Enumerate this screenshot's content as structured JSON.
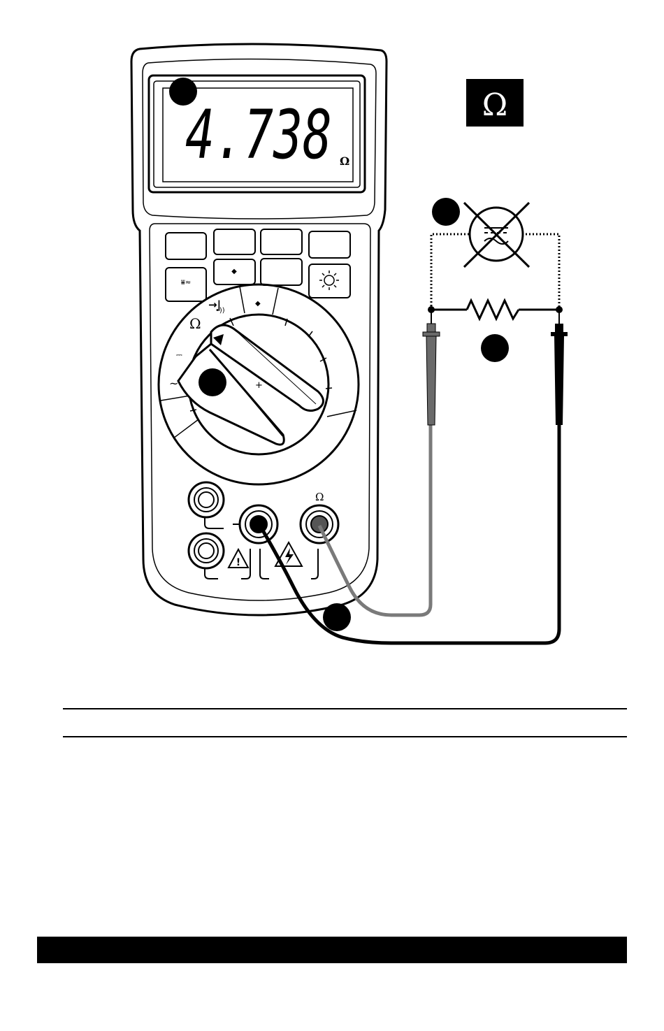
{
  "meter": {
    "reading": "4.738",
    "display_unit": "Ω",
    "buttons_top": [
      "",
      "",
      "",
      ""
    ],
    "buttons_bottom": [
      "",
      "",
      "",
      ""
    ],
    "dial_labels": {
      "diode": "→|",
      "ohm": "Ω",
      "dc": "⎓",
      "ac": "~",
      "sel": "◆"
    },
    "jack_label_ohm": "Ω"
  },
  "mode_badge": {
    "symbol": "Ω"
  },
  "callouts": [
    "",
    "",
    "",
    ""
  ],
  "colors": {
    "ink": "#000000",
    "red_lead": "#7a7a7a",
    "black_lead": "#000000",
    "probe_red": "#6a6a6a"
  }
}
